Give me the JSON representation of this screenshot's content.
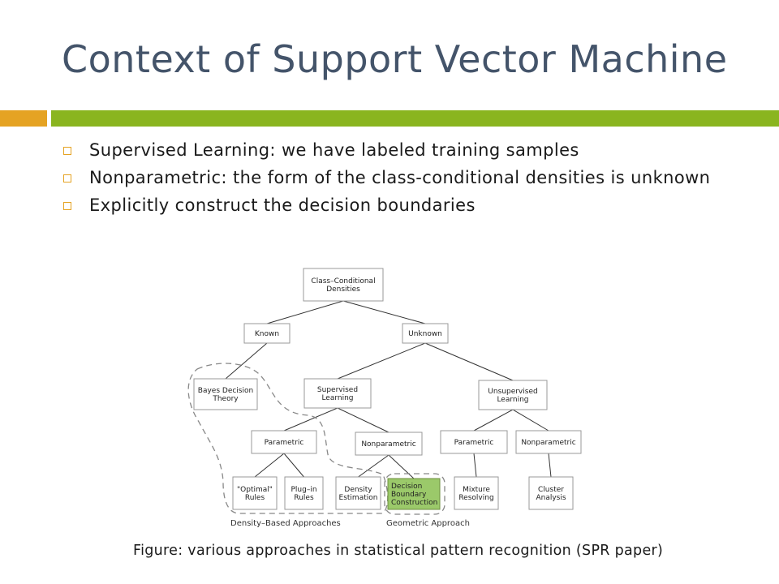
{
  "slide": {
    "title": "Context of Support Vector Machine",
    "bullets": [
      "Supervised Learning: we have labeled training samples",
      "Nonparametric: the form of the class-conditional densities is unknown",
      "Explicitly construct the decision boundaries"
    ],
    "caption": "Figure: various approaches in statistical pattern recognition (SPR paper)",
    "colors": {
      "title": "#44546a",
      "accent_orange": "#e5a323",
      "accent_green": "#8ab51f",
      "highlight_box": "#9bc96a"
    }
  },
  "diagram": {
    "nodes": [
      {
        "id": "root",
        "lines": [
          "Class–Conditional",
          "Densities"
        ]
      },
      {
        "id": "known",
        "lines": [
          "Known"
        ]
      },
      {
        "id": "unknown",
        "lines": [
          "Unknown"
        ]
      },
      {
        "id": "bayes",
        "lines": [
          "Bayes Decision",
          "Theory"
        ]
      },
      {
        "id": "supervised",
        "lines": [
          "Supervised",
          "Learning"
        ]
      },
      {
        "id": "unsupervised",
        "lines": [
          "Unsupervised",
          "Learning"
        ]
      },
      {
        "id": "param1",
        "lines": [
          "Parametric"
        ]
      },
      {
        "id": "nonparam1",
        "lines": [
          "Nonparametric"
        ]
      },
      {
        "id": "param2",
        "lines": [
          "Parametric"
        ]
      },
      {
        "id": "nonparam2",
        "lines": [
          "Nonparametric"
        ]
      },
      {
        "id": "optimal",
        "lines": [
          "\"Optimal\"",
          "Rules"
        ]
      },
      {
        "id": "plugin",
        "lines": [
          "Plug–in",
          "Rules"
        ]
      },
      {
        "id": "density",
        "lines": [
          "Density",
          "Estimation"
        ]
      },
      {
        "id": "decision",
        "lines": [
          "Decision",
          "Boundary",
          "Construction"
        ]
      },
      {
        "id": "mixture",
        "lines": [
          "Mixture",
          "Resolving"
        ]
      },
      {
        "id": "cluster",
        "lines": [
          "Cluster",
          "Analysis"
        ]
      }
    ],
    "labels": {
      "density_based": "Density–Based Approaches",
      "geometric": "Geometric Approach"
    }
  }
}
